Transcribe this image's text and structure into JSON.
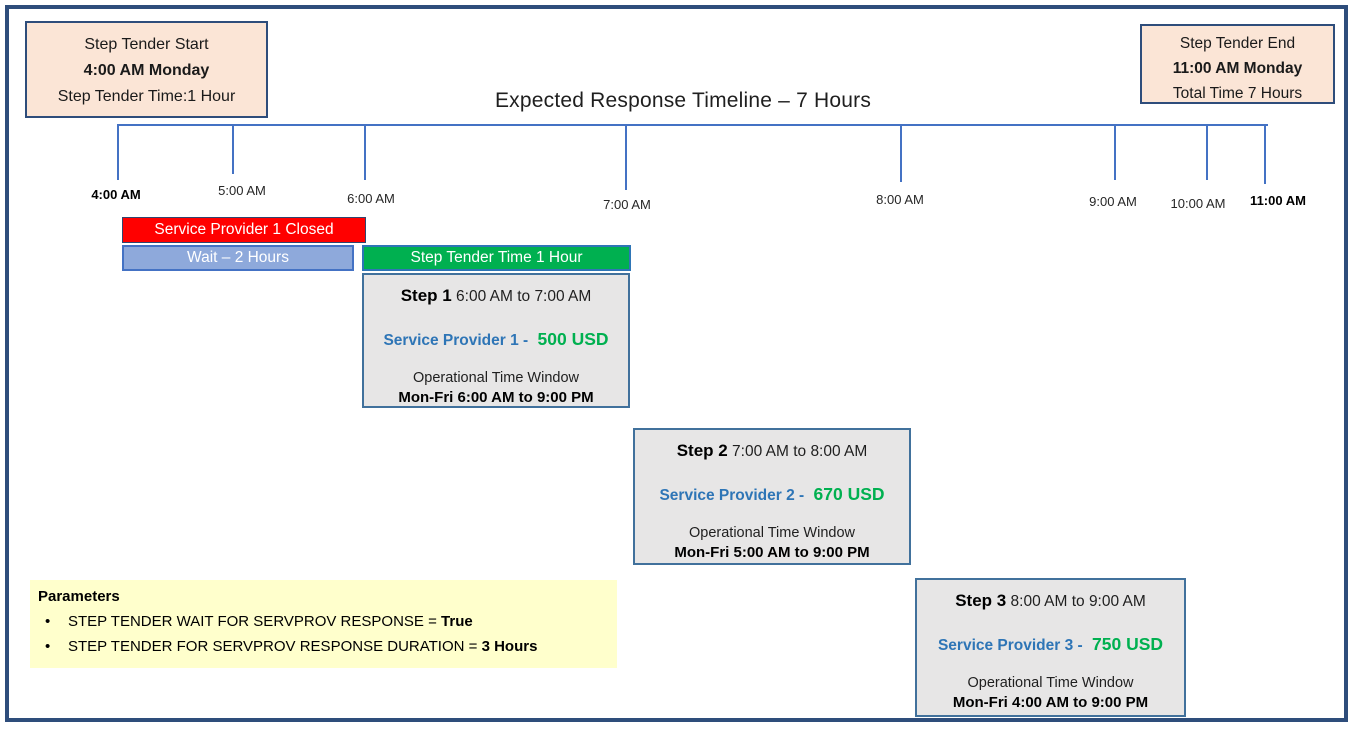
{
  "title": "Expected Response Timeline – 7 Hours",
  "start_box": {
    "line1": "Step Tender Start",
    "line2": "4:00 AM Monday",
    "line3": "Step Tender Time:1 Hour"
  },
  "end_box": {
    "line1": "Step Tender End",
    "line2": "11:00 AM Monday",
    "line3": "Total Time 7 Hours"
  },
  "timeline": {
    "ticks": [
      {
        "label": "4:00 AM",
        "bold": true
      },
      {
        "label": "5:00 AM",
        "bold": false
      },
      {
        "label": "6:00 AM",
        "bold": false
      },
      {
        "label": "7:00 AM",
        "bold": false
      },
      {
        "label": "8:00 AM",
        "bold": false
      },
      {
        "label": "9:00 AM",
        "bold": false
      },
      {
        "label": "10:00 AM",
        "bold": false
      },
      {
        "label": "11:00 AM",
        "bold": true
      }
    ]
  },
  "bars": {
    "closed_label": "Service Provider 1 Closed",
    "wait_label": "Wait – 2 Hours",
    "tender_label": "Step Tender Time 1 Hour"
  },
  "steps": [
    {
      "name": "Step 1",
      "time": "6:00 AM to 7:00 AM",
      "provider": "Service Provider 1 -",
      "price": "500 USD",
      "otw_label": "Operational Time Window",
      "otw_hours": "Mon-Fri  6:00 AM to 9:00 PM"
    },
    {
      "name": "Step 2",
      "time": "7:00 AM to 8:00 AM",
      "provider": "Service Provider 2 -",
      "price": "670 USD",
      "otw_label": "Operational Time Window",
      "otw_hours": "Mon-Fri  5:00 AM to 9:00 PM"
    },
    {
      "name": "Step 3",
      "time": "8:00 AM to 9:00 AM",
      "provider": "Service Provider 3 -",
      "price": "750 USD",
      "otw_label": "Operational Time Window",
      "otw_hours": "Mon-Fri  4:00 AM to 9:00 PM"
    }
  ],
  "parameters": {
    "title": "Parameters",
    "items": [
      {
        "text": "STEP TENDER WAIT FOR SERVPROV RESPONSE =",
        "value": "True"
      },
      {
        "text": "STEP TENDER FOR SERVPROV RESPONSE DURATION =",
        "value": "3 Hours"
      }
    ]
  },
  "colors": {
    "frame": "#2e4d7b",
    "axis": "#4472c4",
    "peach": "#fbe5d6",
    "peach-border": "#2e4d7b",
    "red": "#ff0000",
    "wait-fill": "#8ea9db",
    "wait-border": "#4472c4",
    "green": "#00b050",
    "green-border": "#2e75b6",
    "step-fill": "#e7e6e6",
    "step-border": "#41719c",
    "yellow": "#ffffcc",
    "blue-text": "#2e75b6",
    "price-green": "#00b050"
  }
}
